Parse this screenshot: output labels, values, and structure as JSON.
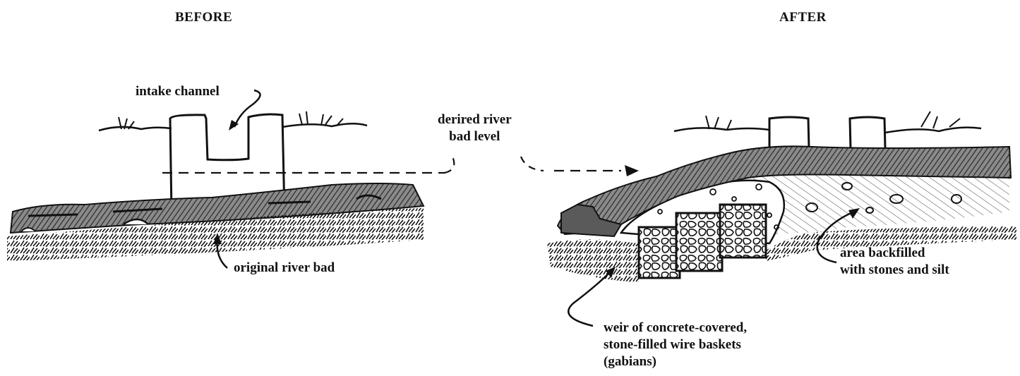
{
  "headers": {
    "before": "BEFORE",
    "after": "AFTER"
  },
  "labels": {
    "intake_channel": "intake channel",
    "desired_level_line1": "derired river",
    "desired_level_line2": "bad level",
    "original_bed": "original river bad",
    "backfill_line1": "area backfilled",
    "backfill_line2": "with stones and silt",
    "weir_line1": "weir of concrete-covered,",
    "weir_line2": "stone-filled wire baskets",
    "weir_line3": "(gabians)"
  }
}
